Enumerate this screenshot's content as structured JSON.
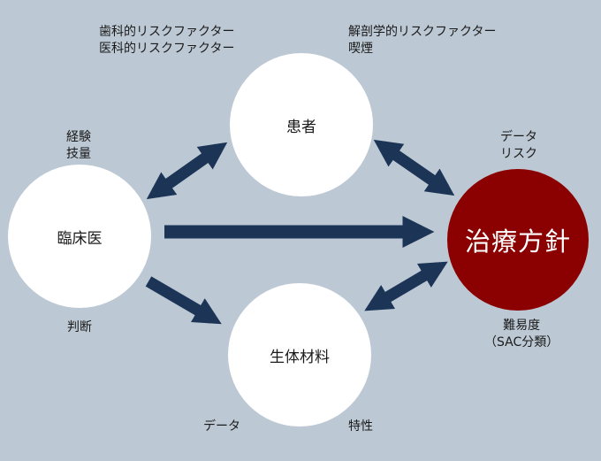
{
  "nodes": {
    "patient": "患者",
    "clinician": "臨床医",
    "biomaterial": "生体材料",
    "treatment": "治療方針"
  },
  "labels": {
    "patient_risk": [
      "歯科的リスクファクター",
      "医科的リスクファクター"
    ],
    "anatomical_risk": [
      "解剖学的リスクファクター",
      "喫煙"
    ],
    "clinician_skill": [
      "経験",
      "技量"
    ],
    "clinician_judgment": "判断",
    "treatment_data": [
      "データ",
      "リスク"
    ],
    "treatment_difficulty": [
      "難易度",
      "（SAC分類）"
    ],
    "material_data": "データ",
    "material_property": "特性"
  },
  "colors": {
    "background": "#bcc8d3",
    "arrow": "#1c3557",
    "node_white": "#ffffff",
    "node_accent": "#8b0000"
  }
}
